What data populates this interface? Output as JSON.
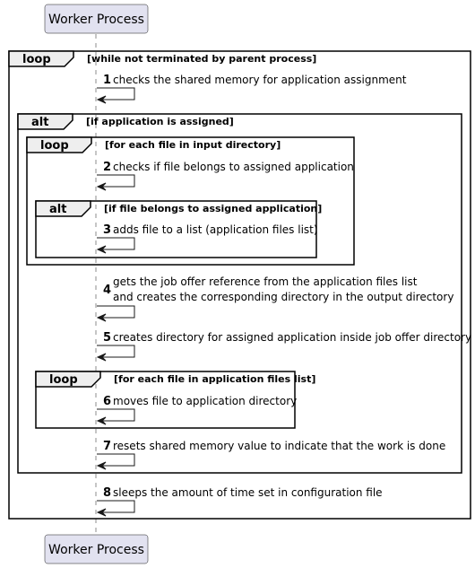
{
  "participant": {
    "name": "Worker Process"
  },
  "fragments": [
    {
      "keyword": "loop",
      "guard": "[while not terminated by parent process]"
    },
    {
      "keyword": "alt",
      "guard": "[if application is assigned]"
    },
    {
      "keyword": "loop",
      "guard": "[for each file in input directory]"
    },
    {
      "keyword": "alt",
      "guard": "[if file belongs to assigned application]"
    },
    {
      "keyword": "loop",
      "guard": "[for each file in application files list]"
    }
  ],
  "messages": [
    {
      "num": "1",
      "lines": [
        "checks the shared memory for application assignment"
      ]
    },
    {
      "num": "2",
      "lines": [
        "checks if file belongs to assigned application"
      ]
    },
    {
      "num": "3",
      "lines": [
        "adds file to a list (application files list)"
      ]
    },
    {
      "num": "4",
      "lines": [
        "gets the job offer reference from the application files list",
        "and creates the corresponding directory in the output directory"
      ]
    },
    {
      "num": "5",
      "lines": [
        "creates directory for assigned application inside job offer directory"
      ]
    },
    {
      "num": "6",
      "lines": [
        "moves file to application directory"
      ]
    },
    {
      "num": "7",
      "lines": [
        "resets shared memory value to indicate that the work is done"
      ]
    },
    {
      "num": "8",
      "lines": [
        "sleeps the amount of time set in configuration file"
      ]
    }
  ]
}
